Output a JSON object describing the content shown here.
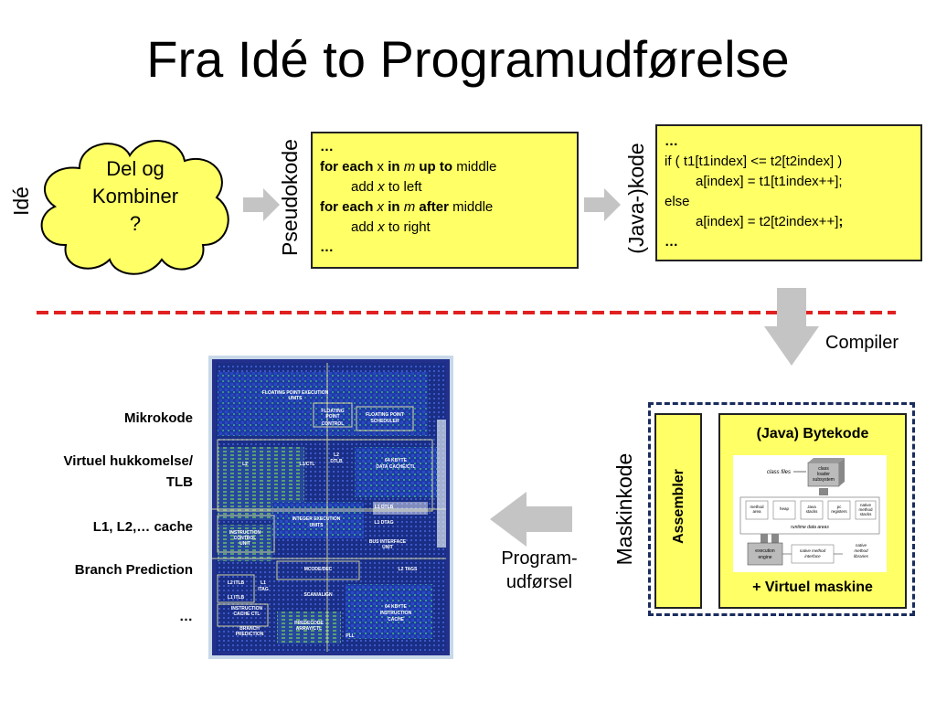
{
  "title": "Fra Idé to Programudførelse",
  "idea": {
    "label": "Idé",
    "cloud_lines": [
      "Del og",
      "Kombiner",
      "?"
    ]
  },
  "pseudo": {
    "label": "Pseudokode",
    "l1": "…",
    "l2": {
      "kw1": "for each",
      "t1": " x ",
      "kw2": "in",
      "t2": " ",
      "it": "m",
      "t3": " ",
      "kw3": "up to",
      "t4": " middle"
    },
    "l3": {
      "t1": "add ",
      "it": "x",
      "t2": " to left"
    },
    "l4": {
      "kw1": "for each",
      "t1": " ",
      "it1": "x",
      "t2": " ",
      "kw2": "in",
      "t3": " ",
      "it2": "m",
      "t4": " ",
      "kw3": "after",
      "t5": " middle"
    },
    "l5": {
      "t1": "add ",
      "it": "x",
      "t2": " to right"
    },
    "l6": "…"
  },
  "java": {
    "label": "(Java-)kode",
    "lines": [
      "…",
      "if ( t1[t1index] <= t2[t2index] )",
      "a[index] = t1[t1index++];",
      "else",
      "a[index] = t2[t2index++]",
      ";",
      "…"
    ]
  },
  "compiler_label": "Compiler",
  "maskinkode": {
    "label": "Maskinkode",
    "assembler": "Assembler",
    "bytekode": "(Java) Bytekode",
    "vm": "+ Virtuel maskine",
    "jvm_diagram": {
      "class_files": "class files",
      "class_loader": [
        "class",
        "loader",
        "subsystem"
      ],
      "areas": [
        [
          "method",
          "area"
        ],
        [
          "heap"
        ],
        [
          "Java",
          "stacks"
        ],
        [
          "pc",
          "registers"
        ],
        [
          "native",
          "method",
          "stacks"
        ]
      ],
      "runtime_areas": "runtime data areas",
      "exec_engine": [
        "execution",
        "engine"
      ],
      "native_interface": [
        "native method",
        "interface"
      ],
      "native_libs": [
        "native",
        "method",
        "libraries"
      ]
    }
  },
  "execution_label": [
    "Program-",
    "udførsel"
  ],
  "cpu_items": [
    "Mikrokode",
    "Virtuel hukkomelse/",
    "TLB",
    "L1, L2,… cache",
    "Branch Prediction",
    "…"
  ],
  "die_labels": {
    "fpu": [
      "FLOATING POINT EXECUTION",
      "UNITS"
    ],
    "fp_control": [
      "FLOATING",
      "POINT",
      "CONTROL"
    ],
    "fp_sched": [
      "FLOATING POINT",
      "SCHEDULER"
    ],
    "l2": "L2",
    "l1_ctl": "L1/CTL",
    "l2_dtlb": [
      "L2",
      "DTLB"
    ],
    "kb_data": [
      "64 KBYTE",
      "DATA CACHE/CTL"
    ],
    "int_exec": [
      "INTEGER EXECUTION",
      "UNITS"
    ],
    "l1_dtlb": "L1 DTLB",
    "l1_dtag": "L1 DTAG",
    "instr_ctl": [
      "INSTRUCTION",
      "CONTROL",
      "UNIT"
    ],
    "bus": [
      "BUS INTERFACE",
      "UNIT"
    ],
    "mcode": "MCODE/DEC",
    "l2_tags": "L2 TAGS",
    "l2_itlb": "L2 ITLB",
    "l1_itag": [
      "L1",
      "ITAG"
    ],
    "l1_itlb": "L1 ITLB",
    "scan": "SCAN/ALIGN",
    "instr_cache_ctl": [
      "INSTRUCTION",
      "CACHE CTL"
    ],
    "predecode": [
      "PREDECODE",
      "ARRAY/CTL"
    ],
    "kb_instr": [
      "64 KBYTE",
      "INSTRUCTION",
      "CACHE"
    ],
    "branch": [
      "BRANCH",
      "PREDICTION"
    ],
    "pll": "PLL"
  },
  "colors": {
    "box_fill": "#ffff66",
    "divider": "#e02020",
    "arrow": "#c4c4c4",
    "frame": "#1a2c5e",
    "die_bg": "#22308c"
  }
}
